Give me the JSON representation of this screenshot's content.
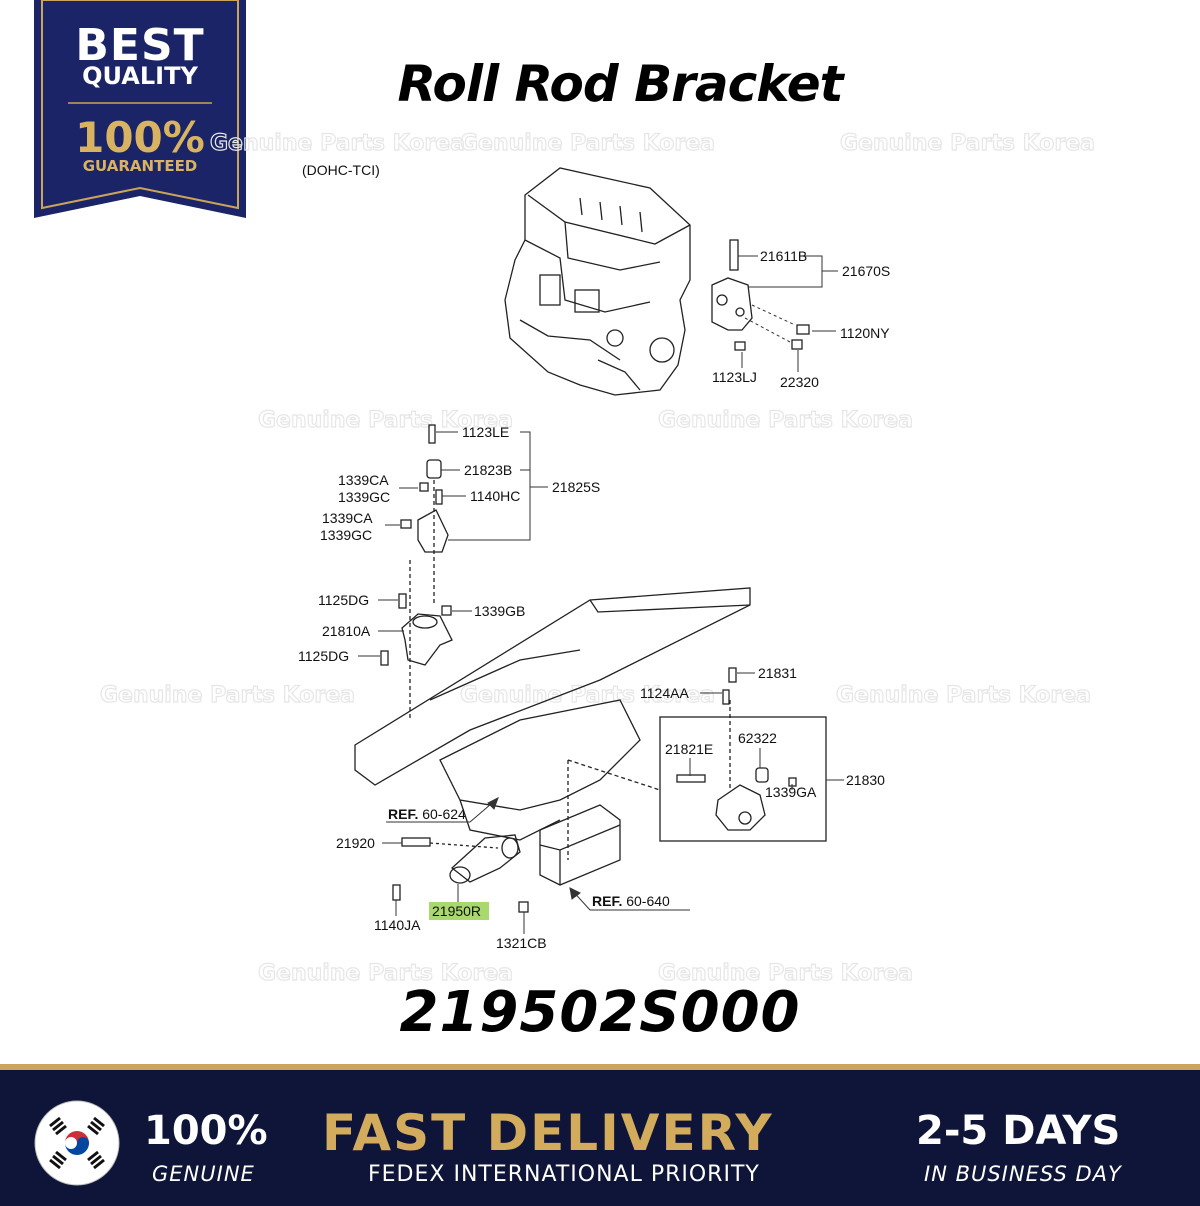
{
  "badge": {
    "line1": "BEST",
    "line2": "QUALITY",
    "line3": "100%",
    "line4": "GUARANTEED"
  },
  "title": "Roll Rod Bracket",
  "diagram": {
    "variant": "(DOHC-TCI)",
    "watermark": "Genuine Parts Korea",
    "labels": {
      "p21611B": "21611B",
      "p21670S": "21670S",
      "p1120NY": "1120NY",
      "p1123LJ_top": "1123LJ",
      "p22320": "22320",
      "p1123LE": "1123LE",
      "p21823B": "21823B",
      "p21825S": "21825S",
      "p1339CA_1": "1339CA",
      "p1339GC_1": "1339GC",
      "p1140HC": "1140HC",
      "p1339CA_2": "1339CA",
      "p1339GC_2": "1339GC",
      "p1125DG_1": "1125DG",
      "p1339GB": "1339GB",
      "p21810A": "21810A",
      "p1125DG_2": "1125DG",
      "p21831": "21831",
      "p1124AA": "1124AA",
      "p21821E": "21821E",
      "p62322": "62322",
      "p21830": "21830",
      "p1339GA": "1339GA",
      "ref1_bold": "REF.",
      "ref1_num": "60-624",
      "p21920": "21920",
      "p1140JA": "1140JA",
      "p21950R": "21950R",
      "p1321CB": "1321CB",
      "ref2_bold": "REF.",
      "ref2_num": "60-640"
    },
    "highlight_color": "#a8d86e"
  },
  "part_number": "219502S000",
  "banner": {
    "genuine_pct": "100%",
    "genuine_sub": "GENUINE",
    "fast_delivery": "FAST DELIVERY",
    "fedex": "FEDEX INTERNATIONAL PRIORITY",
    "days": "2-5 DAYS",
    "days_sub": "IN BUSINESS DAY"
  }
}
